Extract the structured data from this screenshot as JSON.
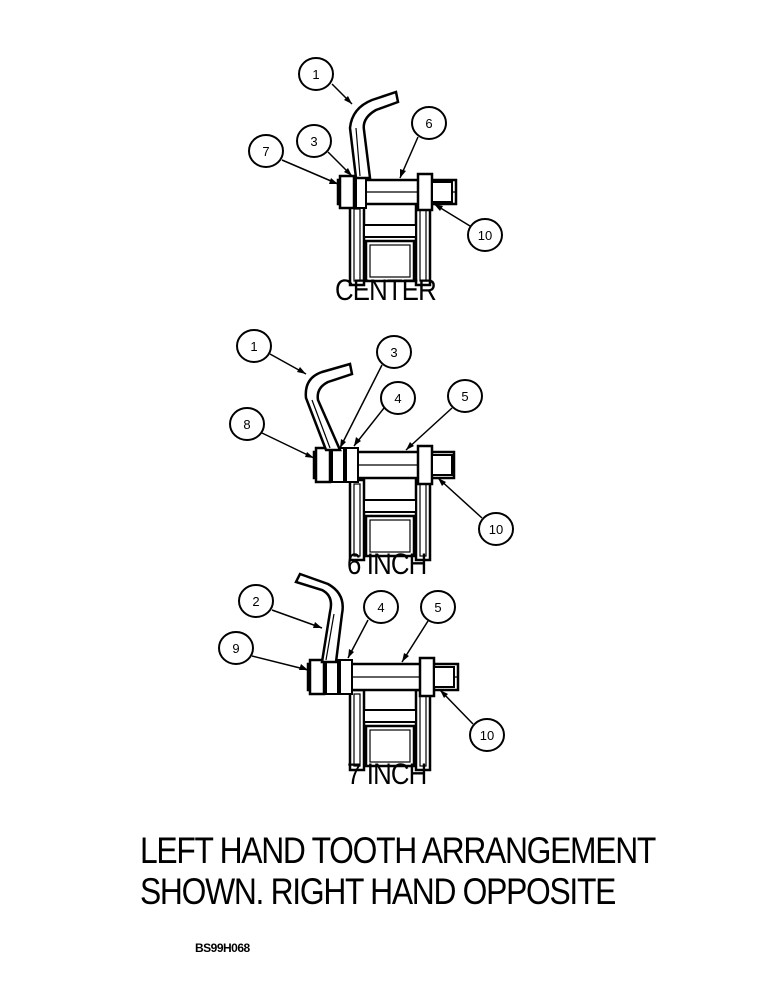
{
  "views": [
    {
      "caption": "CENTER",
      "callouts": [
        "1",
        "3",
        "6",
        "7",
        "10"
      ]
    },
    {
      "caption": "6 INCH",
      "callouts": [
        "1",
        "3",
        "4",
        "5",
        "8",
        "10"
      ]
    },
    {
      "caption": "7 INCH",
      "callouts": [
        "2",
        "4",
        "5",
        "9",
        "10"
      ]
    }
  ],
  "note": {
    "line1": "LEFT HAND TOOTH ARRANGEMENT",
    "line2": "SHOWN.  RIGHT HAND OPPOSITE"
  },
  "figure_code": "BS99H068",
  "colors": {
    "ink": "#000000",
    "paper": "#ffffff"
  }
}
